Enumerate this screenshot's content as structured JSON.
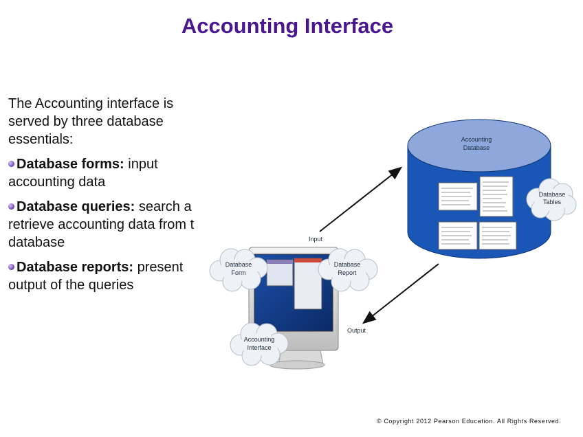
{
  "title": "Accounting Interface",
  "intro": [
    "The Accounting interface is",
    "served by three database",
    "essentials:"
  ],
  "bullets": [
    {
      "label": "Database forms:",
      "line1": " input",
      "line2": "accounting data"
    },
    {
      "label": "Database queries:",
      "line1": " search a",
      "line2": "retrieve accounting data from t",
      "line3": "database"
    },
    {
      "label": "Database reports:",
      "line1": " present",
      "line2": "output of the queries"
    }
  ],
  "diagram": {
    "database_line1": "Accounting",
    "database_line2": "Database",
    "tables_line1": "Database",
    "tables_line2": "Tables",
    "input_label": "Input",
    "output_label": "Output",
    "form_line1": "Database",
    "form_line2": "Form",
    "report_line1": "Database",
    "report_line2": "Report",
    "interface_line1": "Accounting",
    "interface_line2": "Interface"
  },
  "colors": {
    "title": "#4b1790",
    "cylinder_body": "#1a56b5",
    "cylinder_top": "#8fa8dc"
  },
  "copyright": "© Copyright 2012 Pearson Education. All Rights Reserved."
}
